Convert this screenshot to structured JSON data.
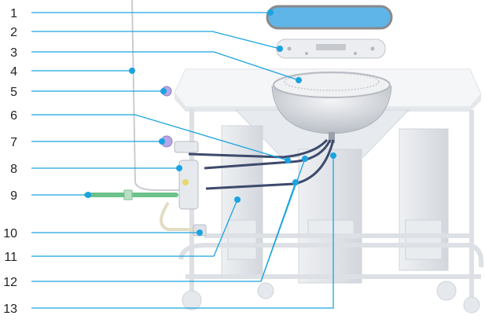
{
  "callouts": [
    {
      "label": "1"
    },
    {
      "label": "2"
    },
    {
      "label": "3"
    },
    {
      "label": "4"
    },
    {
      "label": "5"
    },
    {
      "label": "6"
    },
    {
      "label": "7"
    },
    {
      "label": "8"
    },
    {
      "label": "9"
    },
    {
      "label": "10"
    },
    {
      "label": "11"
    },
    {
      "label": "12"
    },
    {
      "label": "13"
    }
  ],
  "colors": {
    "leader_line": "#1ba3e0",
    "lid_fill": "#5fb4e8",
    "lid_rim": "#8a8a8a",
    "equipment": "#d9dde2",
    "hose_green": "#6cc28a",
    "hose_blue": "#3d4a6b"
  }
}
